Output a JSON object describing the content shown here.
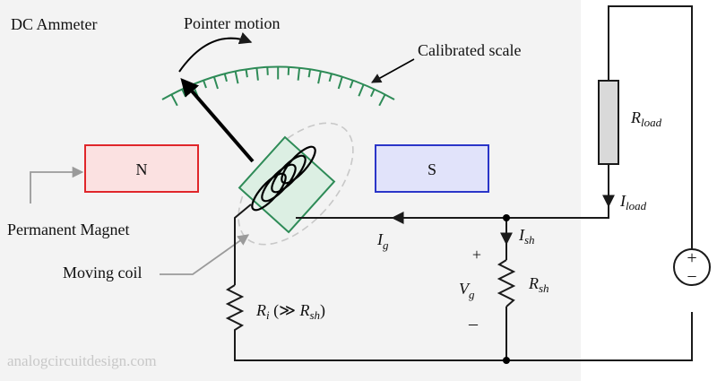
{
  "labels": {
    "title": "DC Ammeter",
    "pointer_motion": "Pointer motion",
    "calibrated_scale": "Calibrated scale",
    "magnet_n": "N",
    "magnet_s": "S",
    "permanent_magnet": "Permanent Magnet",
    "moving_coil": "Moving coil",
    "watermark": "analogcircuitdesign.com"
  },
  "components": {
    "r_load": {
      "main": "R",
      "sub": "load"
    },
    "i_load": {
      "main": "I",
      "sub": "load"
    },
    "i_g": {
      "main": "I",
      "sub": "g"
    },
    "i_sh": {
      "main": "I",
      "sub": "sh"
    },
    "v_g": {
      "main": "V",
      "sub": "g",
      "plus": "+",
      "minus": "–"
    },
    "r_sh": {
      "main": "R",
      "sub": "sh"
    },
    "r_i": {
      "main": "R",
      "sub": "i",
      "relation": " (≫ ",
      "ref_main": "R",
      "ref_sub": "sh",
      "close": ")"
    },
    "source": {
      "plus": "+",
      "minus": "−"
    }
  },
  "colors": {
    "panel": "#f3f3f3",
    "north_stroke": "#e0262a",
    "north_fill": "#fbe1e1",
    "south_stroke": "#2a35c8",
    "south_fill": "#e1e3fa",
    "scale": "#2e8b57",
    "coil_fill": "#dcefe3",
    "coil_stroke": "#2e8b57",
    "resistor_fill": "#d9d9d9",
    "pointer_arrow_gray": "#9a9a9a",
    "watermark": "#c8c8c8"
  }
}
